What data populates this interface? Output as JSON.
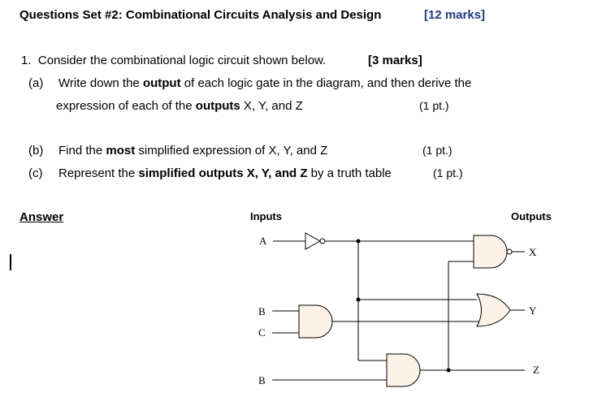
{
  "header": {
    "title": "Questions Set #2: Combinational Circuits Analysis and Design",
    "marks": "[12 marks]"
  },
  "question1": {
    "number": "1.",
    "text": "Consider the combinational logic circuit shown below.",
    "marks": "[3 marks]",
    "a": {
      "label": "(a)",
      "pre": "Write down the ",
      "bold": "output",
      "post": " of each logic gate in the diagram, and then derive the",
      "line2_pre": "expression of each of the ",
      "line2_bold": "outputs",
      "line2_post": " X, Y, and Z",
      "points": "(1 pt.)"
    },
    "b": {
      "label": "(b)",
      "pre": "Find the ",
      "bold": "most",
      "post": " simplified expression of X, Y, and Z",
      "points": "(1 pt.)"
    },
    "c": {
      "label": "(c)",
      "pre": "Represent the ",
      "bold": "simplified outputs X, Y, and Z",
      "post": " by a truth table",
      "points": "(1 pt.)"
    }
  },
  "answer_label": "Answer",
  "diagram": {
    "inputs_heading": "Inputs",
    "outputs_heading": "Outputs",
    "input_a": "A",
    "input_b1": "B",
    "input_c": "C",
    "input_b2": "B",
    "output_x": "X",
    "output_y": "Y",
    "output_z": "Z"
  }
}
